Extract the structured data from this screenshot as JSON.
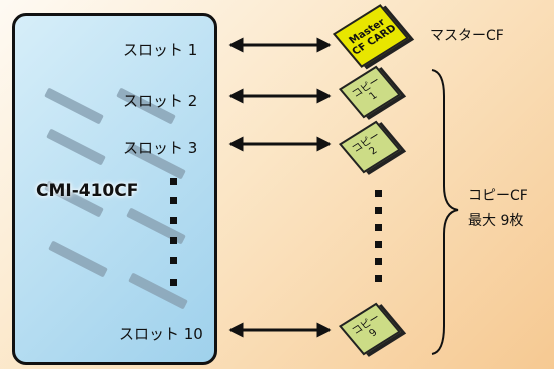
{
  "device": {
    "model": "CMI-410CF",
    "slots": [
      {
        "label": "スロット 1"
      },
      {
        "label": "スロット 2"
      },
      {
        "label": "スロット 3"
      },
      {
        "label": "スロット 10"
      }
    ]
  },
  "cards": {
    "master": {
      "line1": "Master",
      "line2": "CF CARD"
    },
    "copies": [
      {
        "line1": "コピー",
        "line2": "1"
      },
      {
        "line1": "コピー",
        "line2": "2"
      },
      {
        "line1": "コピー",
        "line2": "9"
      }
    ]
  },
  "labels": {
    "master_cf": "マスターCF",
    "copy_cf_line1": "コピーCF",
    "copy_cf_line2": "最大 9枚"
  },
  "colors": {
    "device_fill": "#9fd1ec",
    "master_card": "#e8e600",
    "copy_card": "#ccdc86"
  }
}
